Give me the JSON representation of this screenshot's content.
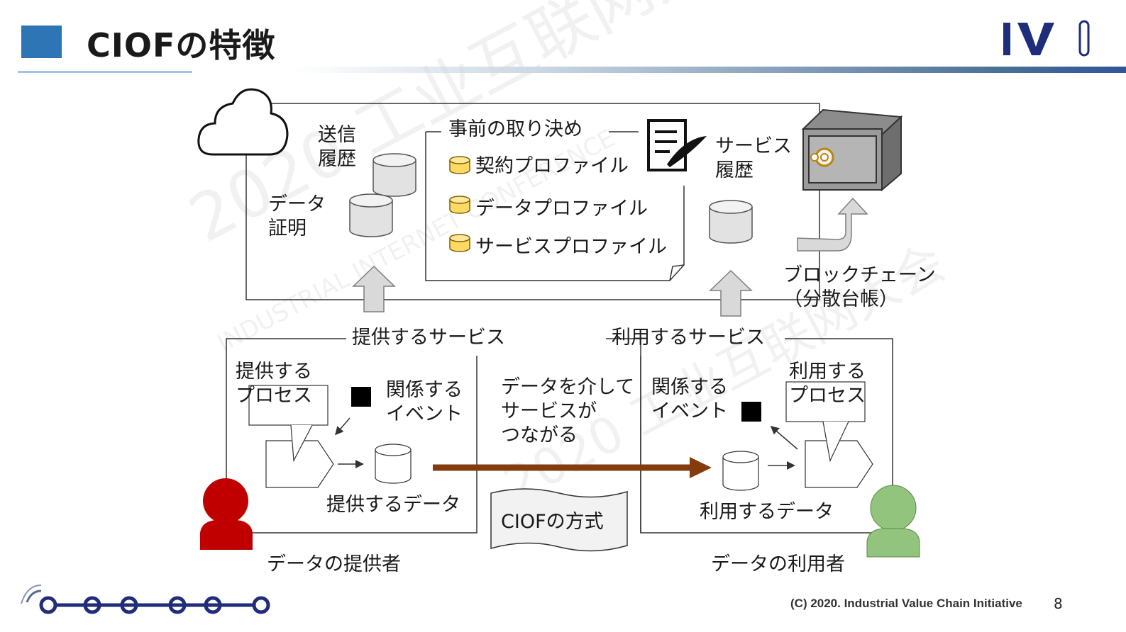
{
  "header": {
    "title": "CIOFの特徴",
    "logo_text": "IVI",
    "accent_color": "#2e75b6"
  },
  "cloud_panel": {
    "send_history": "送信\n履歴",
    "data_proof": "データ\n証明",
    "agreement_title": "事前の取り決め",
    "profiles": [
      "契約プロファイル",
      "データプロファイル",
      "サービスプロファイル"
    ],
    "service_history": "サービス\n履歴",
    "blockchain": "ブロックチェーン\n（分散台帳）"
  },
  "bottom": {
    "provided_service": "提供するサービス",
    "used_service": "利用するサービス",
    "provide_process": "提供する\nプロセス",
    "use_process": "利用する\nプロセス",
    "related_event_left": "関係する\nイベント",
    "related_event_right": "関係する\nイベント",
    "connect_text": "データを介して\nサービスが\nつながる",
    "provided_data": "提供するデータ",
    "used_data": "利用するデータ",
    "ciof_method": "CIOFの方式",
    "provider": "データの提供者",
    "consumer": "データの利用者"
  },
  "watermark": {
    "line1": "2020 工业互联网大会",
    "line2": "INDUSTRIAL INTERNET CONFERENCE"
  },
  "footer": {
    "copyright": "(C) 2020. Industrial Value Chain Initiative",
    "page": "8"
  },
  "colors": {
    "provider_person": "#c00000",
    "consumer_person": "#92c47d",
    "flow_arrow": "#843c0c",
    "db_yellow": "#ffd966"
  }
}
